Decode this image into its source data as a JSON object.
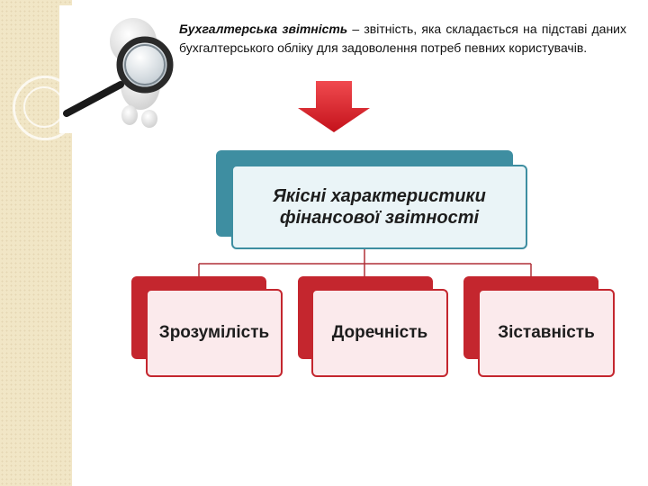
{
  "definition": {
    "term": "Бухгалтерська звітність",
    "text": " – звітність, яка складається на підставі даних бухгалтерського обліку для задоволення потреб певних користувачів."
  },
  "diagram": {
    "root": {
      "label": "Якісні характеристики фінансової звітності"
    },
    "children": [
      {
        "label": "Зрозумілість"
      },
      {
        "label": "Доречність"
      },
      {
        "label": "Зіставність"
      }
    ]
  },
  "colors": {
    "root_accent": "#3e8ea1",
    "root_fill": "#eaf4f7",
    "child_accent": "#c4262e",
    "child_fill": "#fbeaec",
    "arrow": "#e02127",
    "connector": "#b03038",
    "side_strip": "#f1e6c6"
  },
  "icons": [
    "person-with-magnifier-icon",
    "down-arrow-icon"
  ]
}
